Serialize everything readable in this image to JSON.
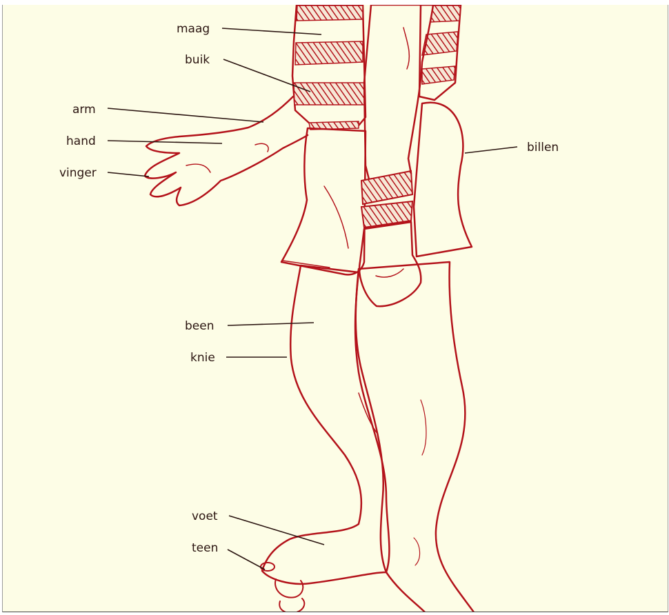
{
  "colors": {
    "paper": "#fdfde6",
    "ink": "#b3121a",
    "label_text": "#2a1410",
    "leader": "#2a1410"
  },
  "labels": {
    "maag": "maag",
    "buik": "buik",
    "arm": "arm",
    "hand": "hand",
    "vinger": "vinger",
    "billen": "billen",
    "been": "been",
    "knie": "knie",
    "voet": "voet",
    "teen": "teen"
  }
}
